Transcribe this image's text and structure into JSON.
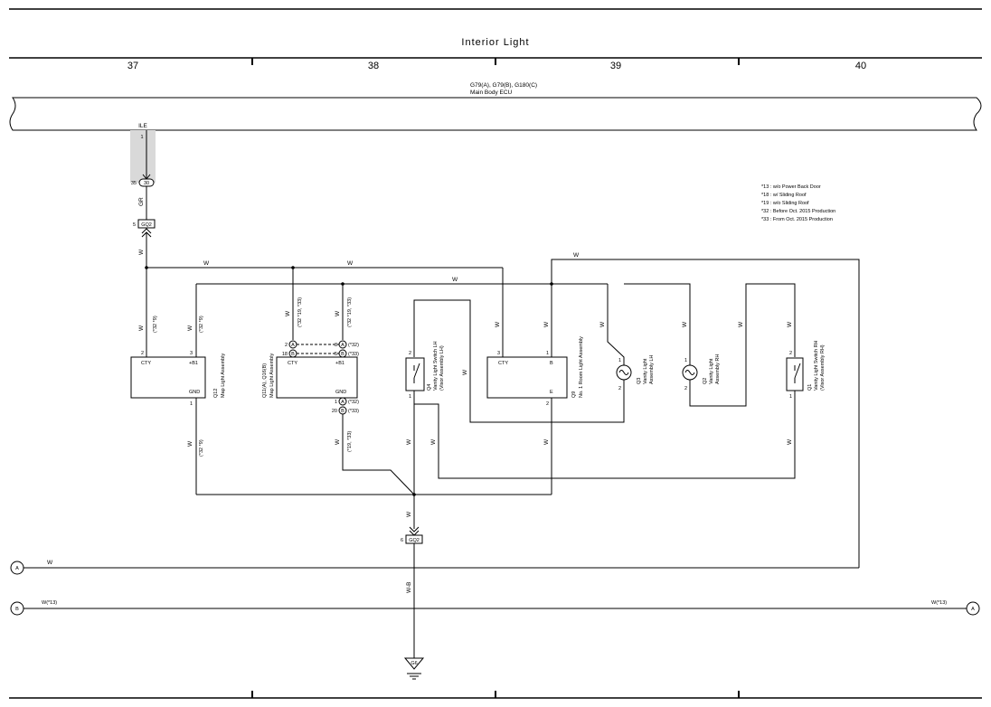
{
  "title": "Interior Light",
  "grid_columns": [
    "37",
    "38",
    "39",
    "40"
  ],
  "ecu": {
    "connectors": "G79(A), G79(B), G180(C)",
    "name": "Main Body ECU",
    "terminal": "ILE",
    "pin_top": "1",
    "pin_bottom": "35",
    "pin_code": "30"
  },
  "legend": [
    "*13 : w/o Power Back Door",
    "*18 : w/ Sliding Roof",
    "*19 : w/o Sliding Roof",
    "*32 : Before Oct. 2015 Production",
    "*33 : From Oct. 2015 Production"
  ],
  "wires": {
    "w": "W",
    "gr": "GR",
    "wb": "W-B",
    "w13": "W(*13)"
  },
  "notes": {
    "n32_9": "(*32 *9)",
    "n32_19_33": "(*32 *19, *33)",
    "n32": "(*32)",
    "n33": "(*33)",
    "n19_33": "(*19, *33)"
  },
  "connectors": {
    "gq2": "GQ2",
    "g6": "G6"
  },
  "pins": {
    "p1": "1",
    "p2": "2",
    "p3": "3",
    "p5": "5",
    "p6": "6",
    "p18": "18",
    "p20": "20",
    "p35": "35"
  },
  "components": {
    "q12": {
      "id": "Q12",
      "name": "Map Light Assembly",
      "cty": "CTY",
      "b1": "+B1",
      "gnd": "GND"
    },
    "q11": {
      "id": "Q11(A), Q16(B)",
      "name": "Map Light Assembly",
      "cty": "CTY",
      "b1": "+B1",
      "gnd": "GND"
    },
    "q4": {
      "id": "Q4",
      "name": "Vanity Light Switch LH",
      "sub": "(Visor Assembly LH)"
    },
    "q9": {
      "id": "Q9",
      "name": "No. 1 Room Light Assembly",
      "cty": "CTY",
      "b": "B",
      "e": "E"
    },
    "q3": {
      "id": "Q3",
      "name": "Vanity Light",
      "sub": "Assembly LH"
    },
    "q2": {
      "id": "Q2",
      "name": "Vanity Light",
      "sub": "Assembly RH"
    },
    "q1": {
      "id": "Q1",
      "name": "Vanity Light Switch RH",
      "sub": "(Visor Assembly RH)"
    }
  },
  "offpage": {
    "a": "A",
    "b": "B"
  }
}
